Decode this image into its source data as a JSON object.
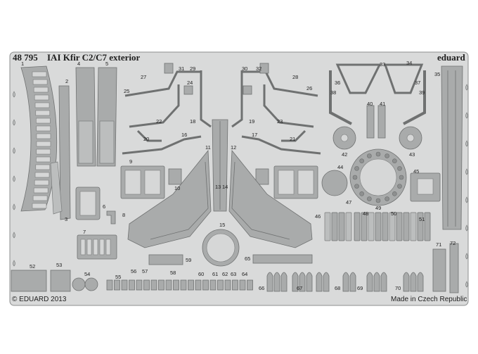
{
  "header": {
    "set_number": "48 795",
    "title": "IAI Kfir C2/C7 exterior",
    "brand": "eduard"
  },
  "footer": {
    "copyright": "© EDUARD 2013",
    "origin": "Made in Czech Republic"
  },
  "colors": {
    "fret": "#d9dada",
    "part": "#a9abab",
    "outline": "#6f7171"
  },
  "part_numbers": [
    "1",
    "2",
    "3",
    "4",
    "5",
    "6",
    "7",
    "8",
    "9",
    "10",
    "11",
    "12",
    "13",
    "14",
    "15",
    "16",
    "17",
    "18",
    "19",
    "20",
    "21",
    "22",
    "23",
    "24",
    "25",
    "26",
    "27",
    "28",
    "29",
    "30",
    "31",
    "32",
    "33",
    "34",
    "35",
    "36",
    "37",
    "38",
    "39",
    "40",
    "41",
    "42",
    "43",
    "44",
    "45",
    "46",
    "47",
    "48",
    "49",
    "50",
    "51",
    "52",
    "53",
    "54",
    "55",
    "56",
    "57",
    "58",
    "59",
    "60",
    "61",
    "62",
    "63",
    "64",
    "65",
    "66",
    "67",
    "68",
    "69",
    "70",
    "71",
    "72"
  ]
}
